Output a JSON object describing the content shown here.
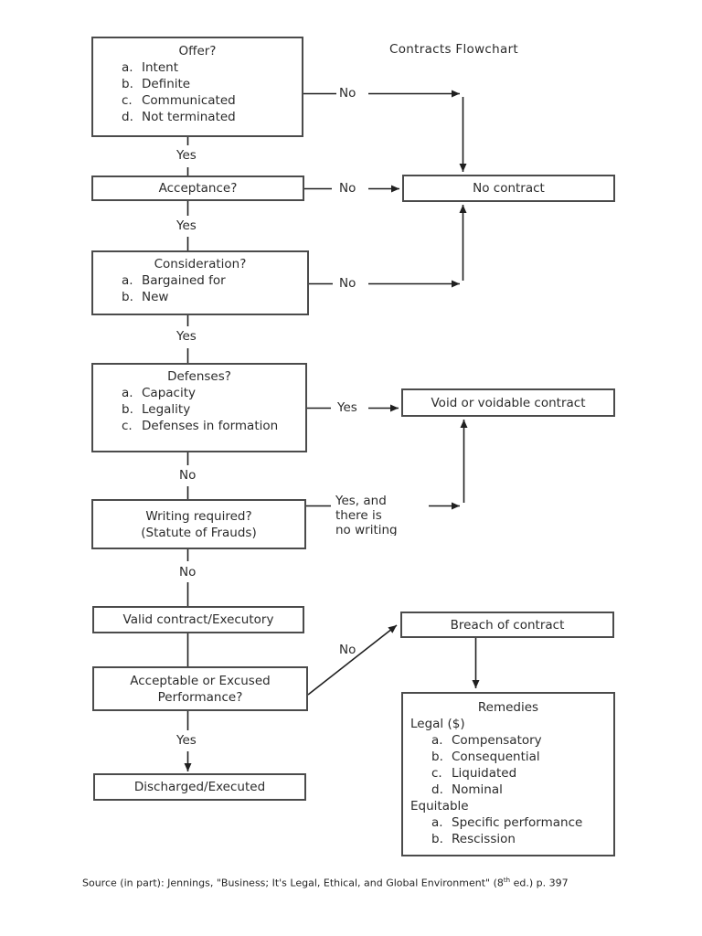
{
  "title": "Contracts Flowchart",
  "nodes": {
    "offer": {
      "title": "Offer?",
      "items": [
        {
          "m": "a.",
          "t": "Intent"
        },
        {
          "m": "b.",
          "t": "Definite"
        },
        {
          "m": "c.",
          "t": "Communicated"
        },
        {
          "m": "d.",
          "t": "Not terminated"
        }
      ]
    },
    "acceptance": {
      "title": "Acceptance?"
    },
    "consideration": {
      "title": "Consideration?",
      "items": [
        {
          "m": "a.",
          "t": "Bargained for"
        },
        {
          "m": "b.",
          "t": "New"
        }
      ]
    },
    "defenses": {
      "title": "Defenses?",
      "items": [
        {
          "m": "a.",
          "t": "Capacity"
        },
        {
          "m": "b.",
          "t": "Legality"
        },
        {
          "m": "c.",
          "t": "Defenses in formation"
        }
      ]
    },
    "writing": {
      "line1": "Writing required?",
      "line2": "(Statute of Frauds)"
    },
    "valid": {
      "title": "Valid contract/Executory"
    },
    "performance": {
      "line1": "Acceptable or Excused",
      "line2": "Performance?"
    },
    "discharged": {
      "title": "Discharged/Executed"
    },
    "no_contract": {
      "title": "No contract"
    },
    "void": {
      "title": "Void or voidable contract"
    },
    "breach": {
      "title": "Breach of contract"
    },
    "remedies": {
      "title": "Remedies",
      "legal_heading": "Legal ($)",
      "legal_items": [
        {
          "m": "a.",
          "t": "Compensatory"
        },
        {
          "m": "b.",
          "t": "Consequential"
        },
        {
          "m": "c.",
          "t": "Liquidated"
        },
        {
          "m": "d.",
          "t": "Nominal"
        }
      ],
      "equitable_heading": "Equitable",
      "equitable_items": [
        {
          "m": "a.",
          "t": "Specific performance"
        },
        {
          "m": "b.",
          "t": "Rescission"
        }
      ]
    }
  },
  "edges": {
    "offer_no": "No",
    "offer_yes": "Yes",
    "acceptance_no": "No",
    "acceptance_yes": "Yes",
    "consideration_no": "No",
    "consideration_yes": "Yes",
    "defenses_yes": "Yes",
    "defenses_no": "No",
    "writing_yes_lines": [
      "Yes, and",
      "there is",
      "no writing"
    ],
    "writing_no": "No",
    "performance_no": "No",
    "performance_yes": "Yes"
  },
  "footer": {
    "pre": "Source (in part): Jennings, \"Business; It's Legal, Ethical, and Global Environment\" (8",
    "sup": "th",
    "post": " ed.) p. 397"
  },
  "colors": {
    "ink": "#2b2b2b",
    "line": "#202020",
    "border": "#4b4b4b",
    "background": "#ffffff"
  }
}
